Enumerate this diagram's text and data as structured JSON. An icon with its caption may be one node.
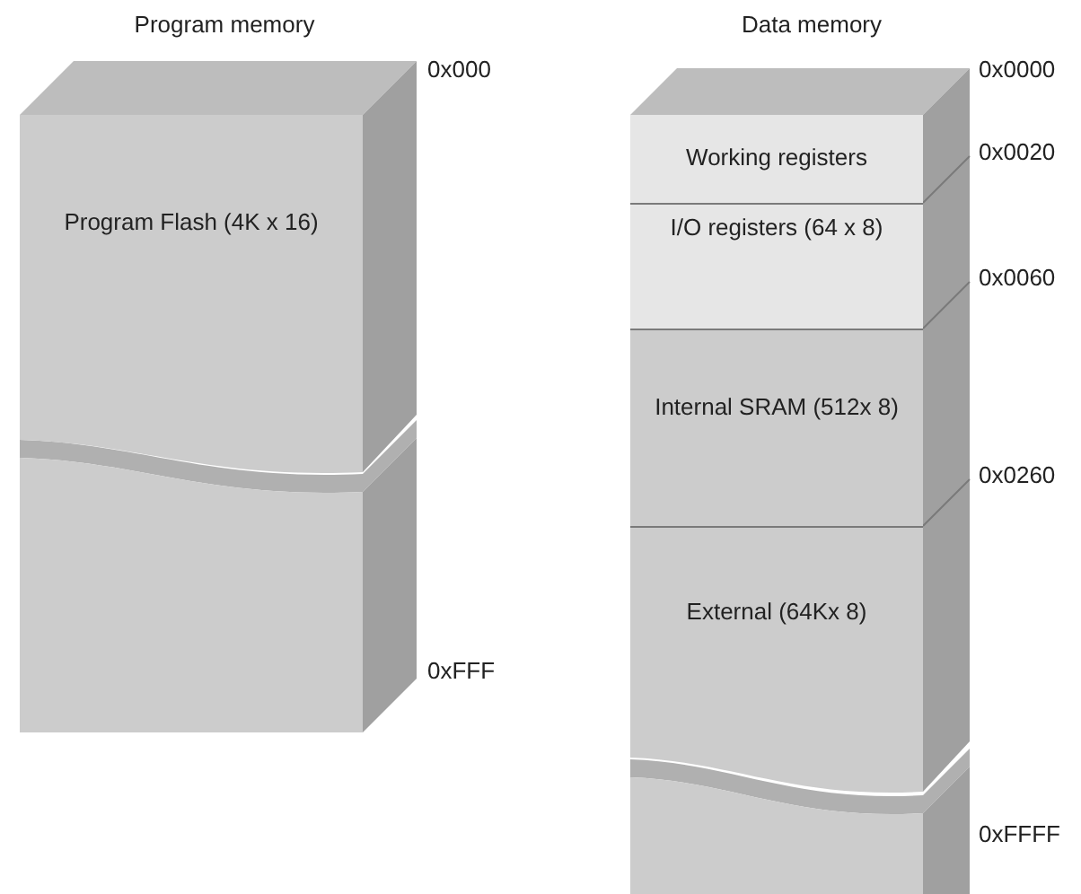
{
  "diagram": {
    "nodes": [
      {
        "text": [
          "Program Flash (4K x 16)"
        ]
      },
      {
        "text": [],
        "shape": "box"
      },
      {
        "text": [
          "Working registers"
        ]
      },
      {
        "text": [
          "I/O registers (64 x 8)"
        ]
      },
      {
        "text": [
          "Internal SRAM (512x 8)"
        ]
      },
      {
        "text": [
          "External (64Kx 8)"
        ]
      },
      {
        "text": [],
        "shape": "box"
      }
    ],
    "labels": [
      "Program memory",
      "Data memory",
      "0x000",
      "0x0000",
      "0x0020",
      "0x0060",
      "0x0260",
      "0xFFF",
      "0xFFFF"
    ]
  }
}
